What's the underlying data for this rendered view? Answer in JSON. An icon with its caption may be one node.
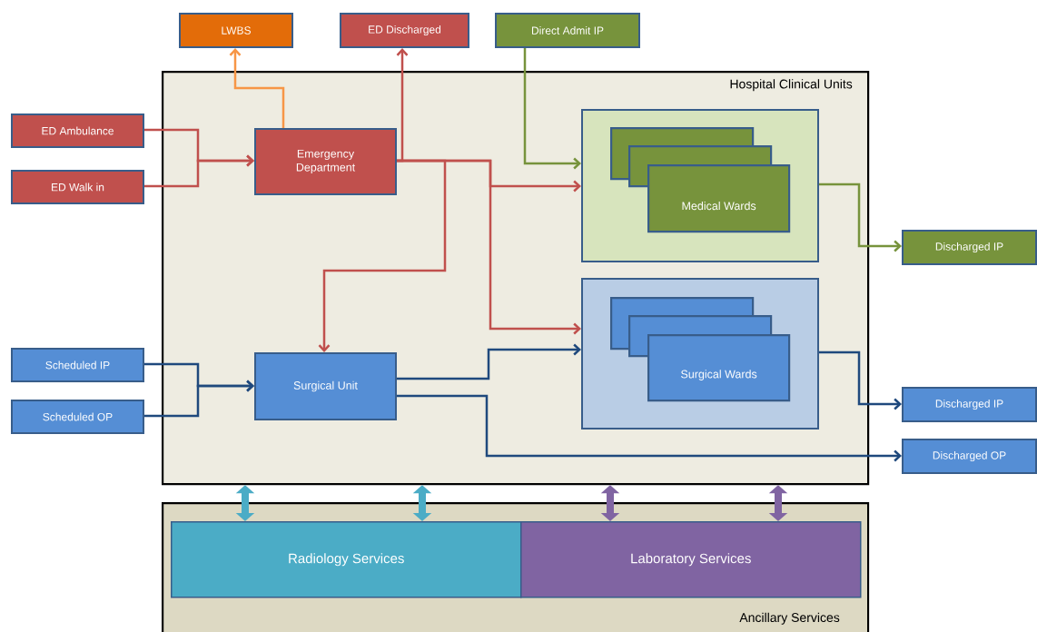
{
  "diagram": {
    "nodes": [
      {
        "text": [
          "Hospital Clinical Units"
        ]
      },
      {
        "text": [
          "Ancillary Services"
        ]
      },
      {
        "text": [
          "Radiology Services"
        ],
        "in": 1
      },
      {
        "text": [
          "Laboratory Services"
        ],
        "in": 1
      },
      {
        "text": [
          "LWBS"
        ]
      },
      {
        "text": [
          "ED Discharged"
        ]
      },
      {
        "text": [
          "Direct Admit IP"
        ]
      },
      {
        "text": [
          "ED Ambulance"
        ]
      },
      {
        "text": [
          "ED Walk in"
        ]
      },
      {
        "text": [
          "Emergency Department"
        ],
        "in": 0
      },
      {
        "text": [],
        "shape": "box",
        "in": 0
      },
      {
        "text": [],
        "shape": "box",
        "in": 10
      },
      {
        "text": [],
        "shape": "box",
        "in": 10
      },
      {
        "text": [
          "Medical Wards"
        ],
        "in": 10
      },
      {
        "text": [],
        "shape": "box",
        "in": 0
      },
      {
        "text": [],
        "shape": "box",
        "in": 14
      },
      {
        "text": [],
        "shape": "box",
        "in": 14
      },
      {
        "text": [
          "Surgical Wards"
        ],
        "in": 14
      },
      {
        "text": [
          "Scheduled IP"
        ]
      },
      {
        "text": [
          "Scheduled OP"
        ]
      },
      {
        "text": [
          "Surgical Unit"
        ],
        "in": 0
      },
      {
        "text": [
          "Discharged IP"
        ]
      },
      {
        "text": [
          "Discharged IP"
        ]
      },
      {
        "text": [
          "Discharged OP"
        ]
      }
    ],
    "edges": [
      {
        "from": 7,
        "to": 9,
        "arrow": "to",
        "color": "#c0504d"
      },
      {
        "from": 8,
        "to": 9,
        "arrow": "to",
        "color": "#c0504d"
      },
      {
        "from": 9,
        "to": 4,
        "arrow": "to",
        "color": "#f79646"
      },
      {
        "from": 9,
        "to": 5,
        "arrow": "to",
        "color": "#c0504d"
      },
      {
        "from": 9,
        "to": 10,
        "arrow": "to",
        "color": "#c0504d"
      },
      {
        "from": 9,
        "to": 14,
        "arrow": "to",
        "color": "#c0504d"
      },
      {
        "from": 9,
        "to": 20,
        "arrow": "to",
        "color": "#c0504d"
      },
      {
        "from": 6,
        "to": 10,
        "arrow": "to",
        "color": "#77933c"
      },
      {
        "from": 10,
        "to": 21,
        "arrow": "to",
        "color": "#77933c"
      },
      {
        "from": 18,
        "to": 20,
        "arrow": "to",
        "color": "#1f497d"
      },
      {
        "from": 19,
        "to": 20,
        "arrow": "to",
        "color": "#1f497d"
      },
      {
        "from": 20,
        "to": 14,
        "arrow": "to",
        "color": "#1f497d"
      },
      {
        "from": 20,
        "to": 23,
        "arrow": "to",
        "color": "#1f497d"
      },
      {
        "from": 14,
        "to": 22,
        "arrow": "to",
        "color": "#1f497d"
      },
      {
        "from": 0,
        "to": 2,
        "arrow": "both",
        "style": "thick",
        "color": "#4bacc6"
      },
      {
        "from": 0,
        "to": 2,
        "arrow": "both",
        "style": "thick",
        "color": "#4bacc6"
      },
      {
        "from": 0,
        "to": 3,
        "arrow": "both",
        "style": "thick",
        "color": "#8064a2"
      },
      {
        "from": 0,
        "to": 3,
        "arrow": "both",
        "style": "thick",
        "color": "#8064a2"
      }
    ]
  }
}
